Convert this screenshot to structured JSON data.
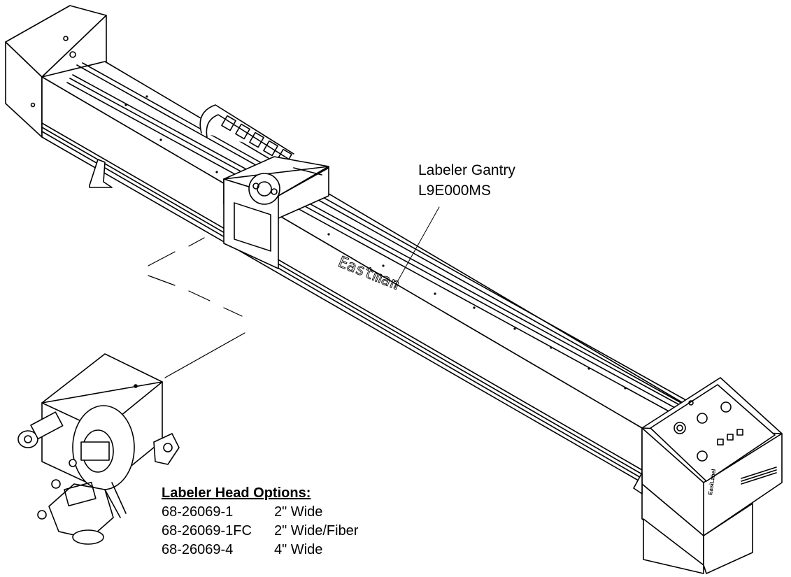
{
  "gantry_label": {
    "name": "Labeler Gantry",
    "model": "L9E000MS"
  },
  "engraving": "Eastman",
  "control_panel_brand": "EasiLabel",
  "head_options": {
    "title": "Labeler Head Options:",
    "rows": [
      {
        "part": "68-26069-1",
        "desc": "2\" Wide"
      },
      {
        "part": "68-26069-1FC",
        "desc": "2\" Wide/Fiber"
      },
      {
        "part": "68-26069-4",
        "desc": "4\" Wide"
      }
    ]
  }
}
